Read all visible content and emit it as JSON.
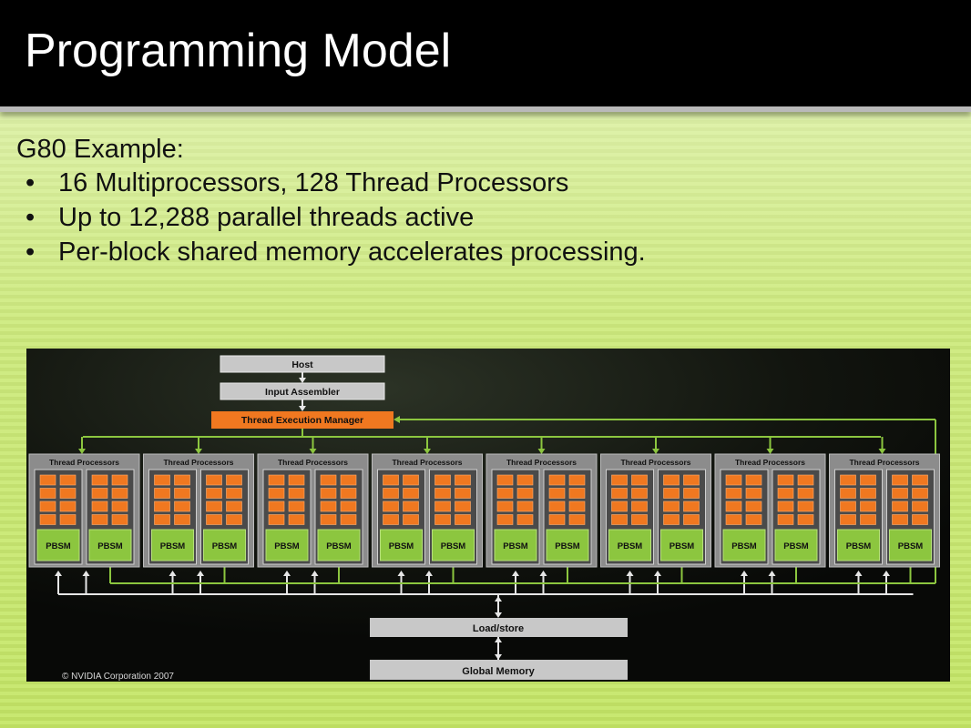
{
  "slide": {
    "title": "Programming Model",
    "intro": "G80 Example:",
    "bullets": [
      "16 Multiprocessors, 128 Thread Processors",
      "Up to 12,288 parallel threads active",
      "Per-block shared memory accelerates processing."
    ]
  },
  "diagram": {
    "host_label": "Host",
    "input_assembler_label": "Input Assembler",
    "thread_manager_label": "Thread Execution Manager",
    "cluster_label": "Thread Processors",
    "pbsm_label": "PBSM",
    "loadstore_label": "Load/store",
    "global_memory_label": "Global Memory",
    "copyright": "© NVIDIA Corporation 2007",
    "cluster_count": 8,
    "pbsm_per_cluster": 2,
    "colors": {
      "panel_bg": "#0b0d09",
      "box_gray": "#c8c8c8",
      "cluster_gray": "#8c8c8c",
      "core_orange": "#f07820",
      "manager_orange": "#f07820",
      "pbsm_green": "#8cc63f",
      "line_green": "#8cc63f",
      "line_white": "#e6e6e6"
    }
  }
}
